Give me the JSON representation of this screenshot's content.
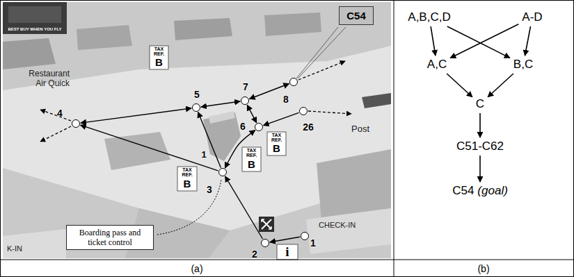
{
  "diagram": {
    "nodes": [
      {
        "text": [
          "C54"
        ]
      },
      {
        "text": [
          "8"
        ]
      },
      {
        "text": [
          "7"
        ]
      },
      {
        "text": [
          "5"
        ]
      },
      {
        "text": [
          "4"
        ]
      },
      {
        "text": [
          "26"
        ]
      },
      {
        "text": [
          "6"
        ]
      },
      {
        "text": [
          "3"
        ]
      },
      {
        "text": [
          "2"
        ]
      },
      {
        "text": [
          "1"
        ]
      },
      {
        "text": [
          "Boarding pass and ticket control"
        ]
      },
      {
        "text": [
          "A,B,C,D"
        ]
      },
      {
        "text": [
          "A-D"
        ]
      },
      {
        "text": [
          "A,C"
        ]
      },
      {
        "text": [
          "B,C"
        ]
      },
      {
        "text": [
          "C"
        ]
      },
      {
        "text": [
          "C51-C62"
        ]
      },
      {
        "text": [
          "C54",
          "(goal)"
        ]
      }
    ],
    "edges": [
      {
        "from": 9,
        "to": 8,
        "arrow": "to"
      },
      {
        "from": 8,
        "to": 7,
        "arrow": "to"
      },
      {
        "from": 7,
        "to": 4,
        "arrow": "to"
      },
      {
        "from": 7,
        "to": 3,
        "arrow": "to"
      },
      {
        "from": 4,
        "to": 3,
        "arrow": "both"
      },
      {
        "from": 3,
        "to": 2,
        "arrow": "both"
      },
      {
        "from": 2,
        "to": 6,
        "arrow": "both"
      },
      {
        "from": 2,
        "to": 1,
        "arrow": "both"
      },
      {
        "from": 6,
        "to": 7,
        "arrow": "both"
      },
      {
        "from": 5,
        "to": 6,
        "arrow": "to"
      },
      {
        "from": 11,
        "to": 13,
        "arrow": "to"
      },
      {
        "from": 11,
        "to": 14,
        "arrow": "to"
      },
      {
        "from": 12,
        "to": 13,
        "arrow": "to"
      },
      {
        "from": 12,
        "to": 14,
        "arrow": "to"
      },
      {
        "from": 13,
        "to": 15,
        "arrow": "to"
      },
      {
        "from": 14,
        "to": 15,
        "arrow": "to"
      },
      {
        "from": 15,
        "to": 16,
        "arrow": "to"
      },
      {
        "from": 16,
        "to": 17,
        "arrow": "to"
      }
    ],
    "labels": [
      "(a)",
      "(b)",
      "BEST BUY WHEN YOU FLY",
      "Restaurant Air Quick",
      "TAX REF.",
      "B",
      "TAX REF.",
      "B",
      "TAX REF.",
      "B",
      "TAX REF.",
      "B",
      "1",
      "Post",
      "CHECK-IN",
      "K-IN",
      "i"
    ]
  }
}
